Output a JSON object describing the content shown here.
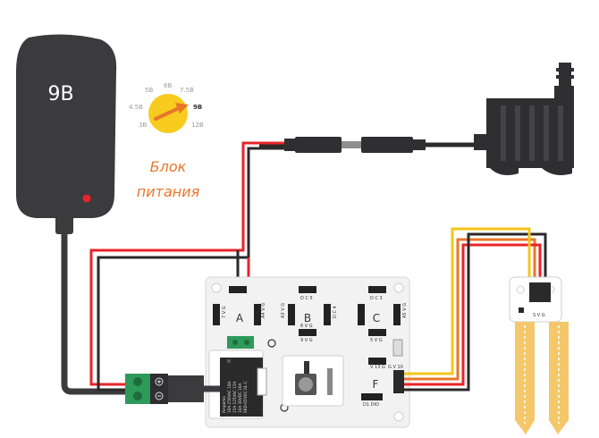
{
  "adapter": {
    "voltage_label": "9В"
  },
  "dial": {
    "ticks": [
      {
        "label": "3В"
      },
      {
        "label": "4.5В"
      },
      {
        "label": "5В"
      },
      {
        "label": "6В"
      },
      {
        "label": "7.5В"
      },
      {
        "label": "9В"
      },
      {
        "label": "12В"
      }
    ],
    "selected": "9В",
    "caption_line1": "Блок",
    "caption_line2": "питания"
  },
  "shield": {
    "ports": {
      "a": "A",
      "b": "B",
      "c": "C",
      "f": "F"
    },
    "pin_labels": {
      "dc5": "D C 5",
      "dc3": "D C 3",
      "s9v": "9 V G",
      "a3": "A3 V G",
      "a4": "A4 V G",
      "s6": "6 V G",
      "s7": "7 V G",
      "v13": "V 13 G",
      "dc4": "D C 4",
      "s5": "5 V G",
      "a5": "A5 V G",
      "g10": "G V 10",
      "d1": "D1 DIO"
    }
  },
  "relay": {
    "brand": "Amperka",
    "lines": [
      "10A 250VAC 10A",
      "15A 125VAC 15A",
      "10A 30VDC 10A",
      "SRD-05VDC-SL-C"
    ]
  },
  "sensor": {
    "pins": "S V G"
  },
  "colors": {
    "adapter_body": "#3b3b3d",
    "dial": "#f7cc1f",
    "dial_arrow": "#e8772a",
    "caption": "#e8772a",
    "wire_red": "#e8232a",
    "wire_black": "#2a2a2a",
    "wire_yellow": "#f5c518",
    "wire_orange": "#e8772a",
    "pump": "#2f2f31",
    "connector_green": "#2e9a5a",
    "probe_gold": "#f4c86a"
  }
}
